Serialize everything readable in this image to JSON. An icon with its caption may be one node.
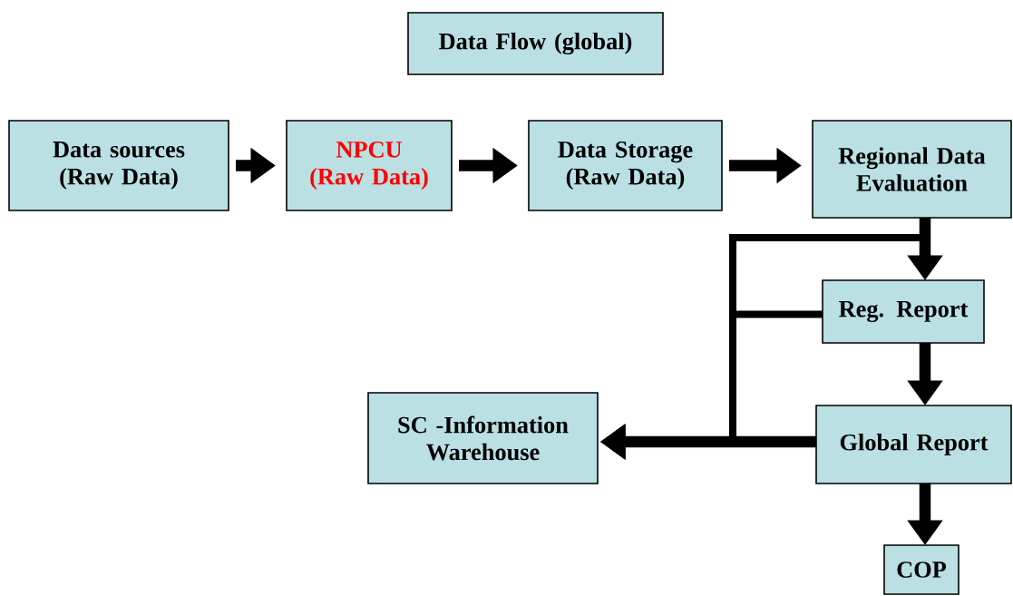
{
  "diagram": {
    "nodes": [
      {
        "text": [
          "Data Flow (global)"
        ]
      },
      {
        "text": [
          "Data sources (Raw Data)"
        ]
      },
      {
        "text": [
          "NPCU (Raw Data)"
        ]
      },
      {
        "text": [
          "Data Storage (Raw Data)"
        ]
      },
      {
        "text": [
          "Regional Data Evaluation"
        ]
      },
      {
        "text": [
          "Reg. Report"
        ]
      },
      {
        "text": [
          "Global Report"
        ]
      },
      {
        "text": [
          "SC -Information Warehouse"
        ]
      },
      {
        "text": [
          "COP"
        ]
      }
    ],
    "edges": [
      {
        "from": 1,
        "to": 2,
        "arrow": "to"
      },
      {
        "from": 2,
        "to": 3,
        "arrow": "to"
      },
      {
        "from": 3,
        "to": 4,
        "arrow": "to"
      },
      {
        "from": 4,
        "to": 5,
        "arrow": "to"
      },
      {
        "from": 5,
        "to": 6,
        "arrow": "to"
      },
      {
        "from": 6,
        "to": 8,
        "arrow": "to"
      },
      {
        "from": 4,
        "to": 7,
        "arrow": "to"
      },
      {
        "from": 5,
        "to": 7,
        "arrow": "to"
      },
      {
        "from": 6,
        "to": 7,
        "arrow": "to"
      }
    ]
  }
}
